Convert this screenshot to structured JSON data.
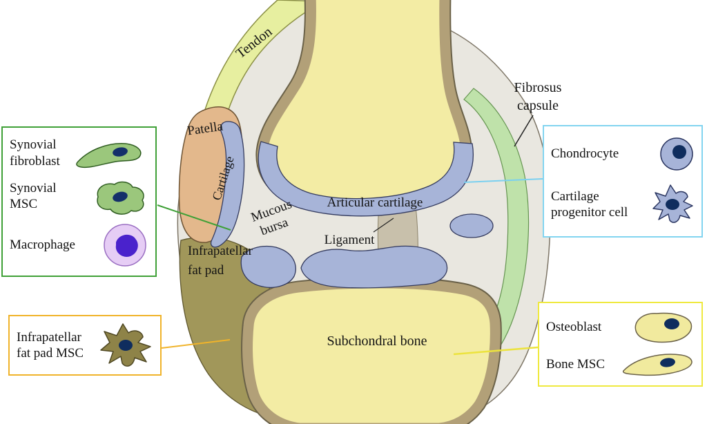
{
  "joint_labels": {
    "tendon": "Tendon",
    "patella": "Patella",
    "cartilage": "Cartilage",
    "mucous_bursa": {
      "line1": "Mucous",
      "line2": "bursa"
    },
    "articular_cartilage": "Articular cartilage",
    "ligament": "Ligament",
    "fibrosus_capsule": {
      "line1": "Fibrosus",
      "line2": "capsule"
    },
    "infrapatellar_fat_pad": {
      "line1": "Infrapatellar",
      "line2": "fat pad"
    },
    "subchondral_bone": "Subchondral bone"
  },
  "legend_boxes": {
    "synovium": {
      "border_color": "#3fa037",
      "items": [
        {
          "label": "Synovial fibroblast",
          "cell_icon": "synovial-fibroblast-cell"
        },
        {
          "label": "Synovial MSC",
          "cell_icon": "synovial-msc-cell"
        },
        {
          "label": "Macrophage",
          "cell_icon": "macrophage-cell"
        }
      ]
    },
    "cartilage": {
      "border_color": "#82d4f0",
      "items": [
        {
          "label": "Chondrocyte",
          "cell_icon": "chondrocyte-cell"
        },
        {
          "label": "Cartilage progenitor cell",
          "cell_icon": "cartilage-progenitor-cell"
        }
      ]
    },
    "fat_pad": {
      "border_color": "#f0b32a",
      "items": [
        {
          "label": "Infrapatellar fat pad MSC",
          "cell_icon": "fat-pad-msc-cell"
        }
      ]
    },
    "bone": {
      "border_color": "#efe93f",
      "items": [
        {
          "label": "Osteoblast",
          "cell_icon": "osteoblast-cell"
        },
        {
          "label": "Bone MSC",
          "cell_icon": "bone-msc-cell"
        }
      ]
    }
  },
  "colors": {
    "bone_fill": "#f3eca4",
    "bone_rim": "#b2a078",
    "cartilage_blue": "#a7b4d8",
    "capsule_green": "#bfe2aa",
    "tendon_yellow_green": "#e7efa0",
    "patella_tan": "#e3b88c",
    "fat_pad_olive": "#a1975a",
    "synovium_gray": "#e9e7e0",
    "macrophage_purple": "#e6cdf5",
    "synovial_cell_green": "#9bc77c",
    "nucleus_navy": "#14306a",
    "connector_synovium": "#3fa037",
    "connector_cartilage": "#7ad0f0",
    "connector_fat_pad": "#f0b32a",
    "connector_bone": "#ece33e"
  }
}
